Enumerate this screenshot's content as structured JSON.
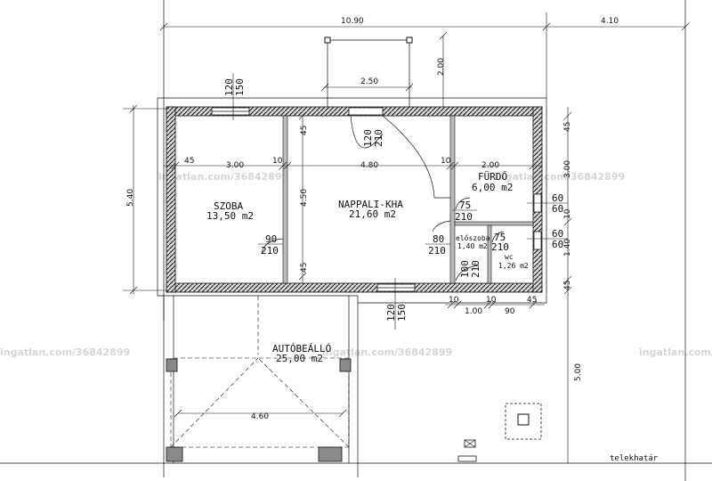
{
  "plan": {
    "watermark": "ingatlan.com/36842899",
    "boundary_label": "telekhatár",
    "rooms": {
      "szoba": {
        "name": "SZOBA",
        "area": "13,50 m2"
      },
      "nappali": {
        "name": "NAPPALI-KHA",
        "area": "21,60 m2"
      },
      "furdo": {
        "name": "FÜRDŐ",
        "area": "6,00 m2"
      },
      "eloszoba": {
        "name": "előszoba",
        "area": "1,40 m2"
      },
      "wc": {
        "name": "wc",
        "area": "1,26 m2"
      },
      "autobeallo": {
        "name": "AUTÓBEÁLLÓ",
        "area": "25,00 m2"
      }
    },
    "dimensions": {
      "d10_90": "10.90",
      "d4_10": "4.10",
      "d2_50": "2.50",
      "d2_00_v": "2.00",
      "d5_40": "5.40",
      "d45_l": "45",
      "d3_00": "3.00",
      "d10_a": "10",
      "d4_80": "4.80",
      "d10_b": "10",
      "d2_00": "2.00",
      "d45_top": "45",
      "d4_50": "4.50",
      "d45_bot": "45",
      "d45_r1": "45",
      "d3_00_r": "3.00",
      "d10_r": "10",
      "d1_40": "1.40",
      "d45_r2": "45",
      "d5_00": "5.00",
      "d4_60": "4.60",
      "b10a": "10",
      "b1_00": "1.00",
      "b10b": "10",
      "b90": "90",
      "b45": "45"
    },
    "openings": {
      "win_top_h": "120",
      "win_top_w": "150",
      "door_main_h": "120",
      "door_main_w": "210",
      "win_bot_h": "120",
      "win_bot_w": "150",
      "door_szoba_w": "90",
      "door_szoba_h": "210",
      "door_nappali_w": "80",
      "door_nappali_h": "210",
      "door_furdo_w": "75",
      "door_furdo_h": "210",
      "door_wc_w": "75",
      "door_wc_h": "210",
      "door_elo_w": "100",
      "door_elo_h": "210",
      "win_r1_a": "60",
      "win_r1_b": "60",
      "win_r2_a": "60",
      "win_r2_b": "60"
    }
  }
}
